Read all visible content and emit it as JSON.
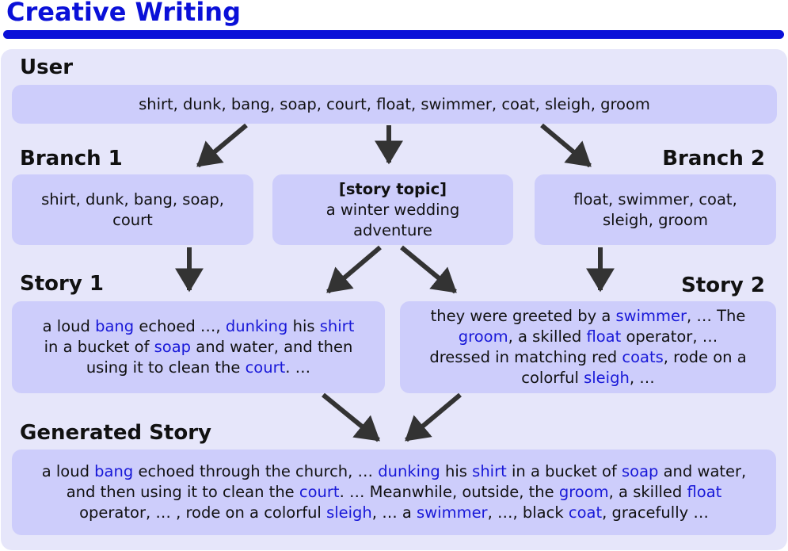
{
  "title": "Creative Writing",
  "labels": {
    "user": "User",
    "branch1": "Branch 1",
    "branch2": "Branch 2",
    "story1": "Story 1",
    "story2": "Story 2",
    "generated": "Generated Story"
  },
  "user_box": {
    "text": "shirt, dunk, bang, soap, court, float, swimmer, coat, sleigh, groom"
  },
  "branch1_box": {
    "line1": "shirt, dunk, bang, soap,",
    "line2": "court"
  },
  "topic_box": {
    "heading": "[story topic]",
    "line1": "a winter wedding",
    "line2": "adventure"
  },
  "branch2_box": {
    "line1": "float, swimmer, coat,",
    "line2": "sleigh, groom"
  },
  "story1_box": {
    "l1a": "a loud ",
    "l1b": "bang",
    "l1c": " echoed …, ",
    "l1d": "dunking",
    "l1e": " his ",
    "l1f": "shirt",
    "l2a": "in a bucket of ",
    "l2b": "soap",
    "l2c": " and water, and then",
    "l3a": "using it to clean the ",
    "l3b": "court",
    "l3c": ". …"
  },
  "story2_box": {
    "l1a": "they were greeted by a ",
    "l1b": "swimmer",
    "l1c": ", … The",
    "l2a": "groom",
    "l2b": ", a skilled ",
    "l2c": "float",
    "l2d": " operator, …",
    "l3a": "dressed in matching red ",
    "l3b": "coats",
    "l3c": ", rode on a",
    "l4a": "colorful ",
    "l4b": "sleigh",
    "l4c": ", …"
  },
  "generated_box": {
    "l1a": "a loud ",
    "l1b": "bang",
    "l1c": " echoed through the church, … ",
    "l1d": "dunking",
    "l1e": " his ",
    "l1f": "shirt",
    "l1g": " in a bucket of ",
    "l1h": "soap",
    "l1i": " and water,",
    "l2a": "and then using it to clean the ",
    "l2b": "court",
    "l2c": ". … Meanwhile, outside, the ",
    "l2d": "groom",
    "l2e": ", a skilled ",
    "l2f": "float",
    "l3a": "operator, … , rode on a colorful ",
    "l3b": "sleigh",
    "l3c": ", … a ",
    "l3d": "swimmer",
    "l3e": ", …, black ",
    "l3f": "coat",
    "l3g": ", gracefully …"
  },
  "colors": {
    "title_blue": "#0a10d8",
    "panel_bg": "#e6e6fa",
    "box_bg": "#cdcdfb",
    "keyword_blue": "#1818d8",
    "arrow": "#333333"
  }
}
